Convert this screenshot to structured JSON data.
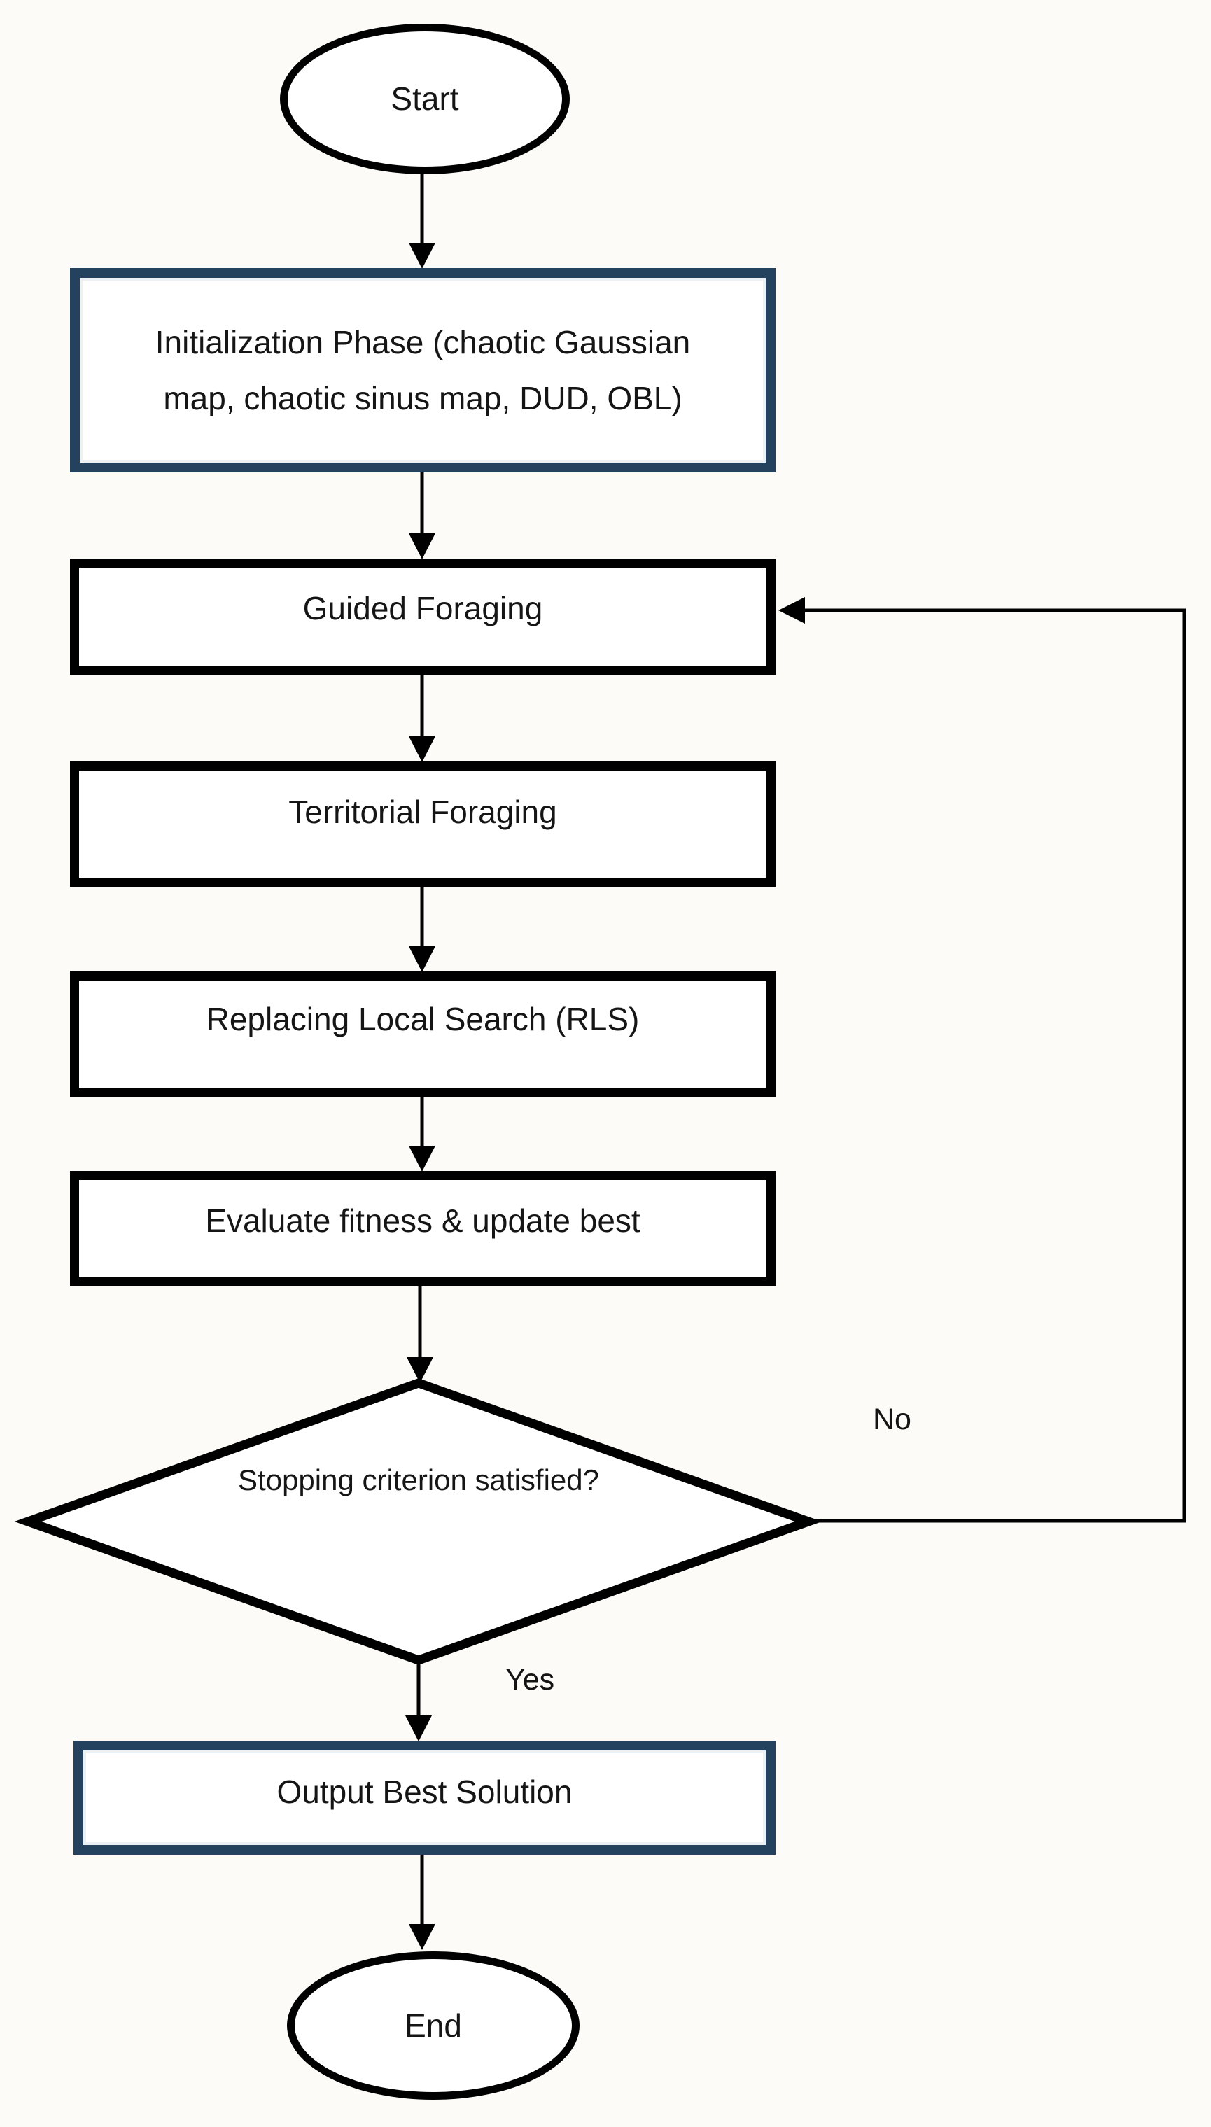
{
  "flowchart": {
    "nodes": {
      "start": {
        "label": "Start",
        "type": "terminator"
      },
      "initialization": {
        "label": "Initialization Phase (chaotic Gaussian map, chaotic sinus map, DUD, OBL)",
        "type": "process-accent"
      },
      "guided_foraging": {
        "label": "Guided Foraging",
        "type": "process"
      },
      "territorial_foraging": {
        "label": "Territorial Foraging",
        "type": "process"
      },
      "replacing_local_search": {
        "label": "Replacing Local Search (RLS)",
        "type": "process"
      },
      "evaluate_fitness": {
        "label": "Evaluate fitness & update best",
        "type": "process"
      },
      "stopping_criterion": {
        "label": "Stopping criterion satisfied?",
        "type": "decision"
      },
      "output_best_solution": {
        "label": "Output Best Solution",
        "type": "process-accent"
      },
      "end": {
        "label": "End",
        "type": "terminator"
      }
    },
    "edge_labels": {
      "yes": "Yes",
      "no": "No"
    },
    "colors": {
      "accent_border": "#24415e",
      "black_border": "#000000",
      "background": "#fcfbf8",
      "line": "#000000"
    }
  }
}
